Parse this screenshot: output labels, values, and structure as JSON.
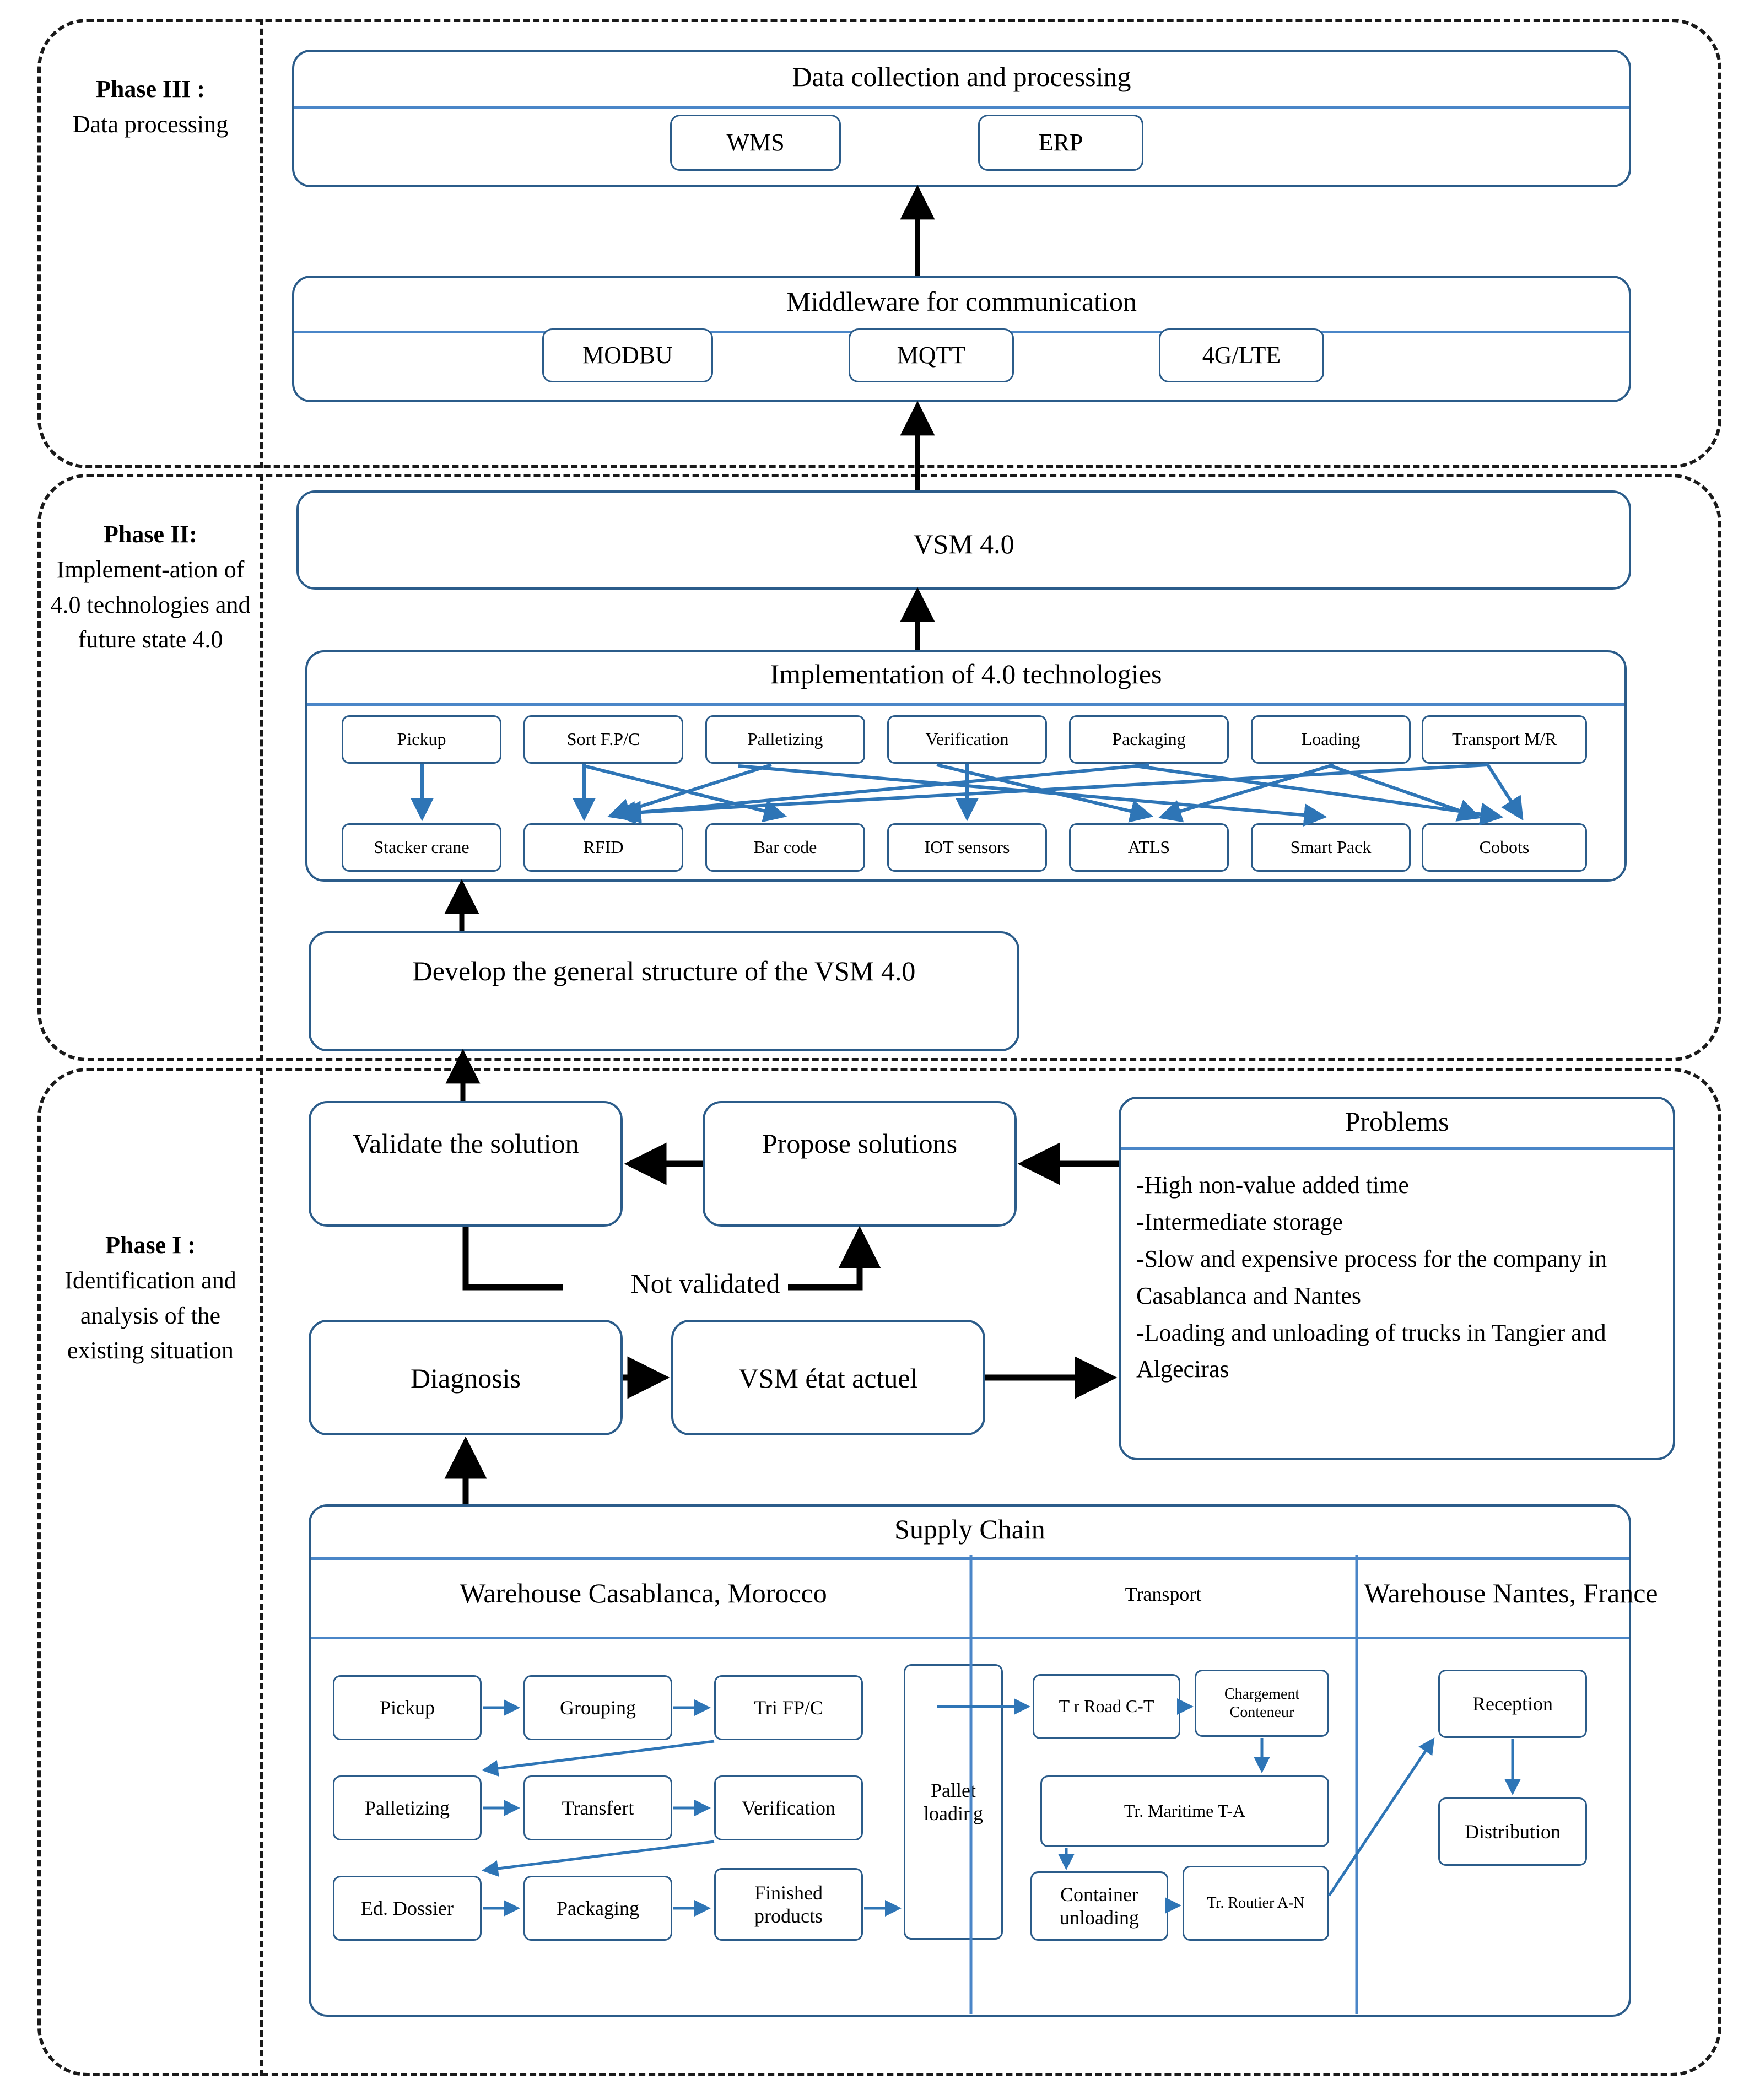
{
  "colors": {
    "box_border": "#2b5c8a",
    "divider_rule": "#4a86c8",
    "arrow_blue": "#2e75b6",
    "arrow_black": "#000000",
    "dashed_envelope": "#1a1a1a"
  },
  "phases": {
    "phase3": {
      "title": "Phase III :",
      "subtitle": "Data processing"
    },
    "phase2": {
      "title": "Phase II:",
      "subtitle": "Implement-ation of 4.0 technologies and future state 4.0"
    },
    "phase1": {
      "title": "Phase I :",
      "subtitle": "Identification and analysis of the existing situation"
    }
  },
  "phase3_content": {
    "data_collection": {
      "header": "Data collection and processing",
      "items": [
        "WMS",
        "ERP"
      ]
    },
    "middleware": {
      "header": "Middleware for communication",
      "items": [
        "MODBU",
        "MQTT",
        "4G/LTE"
      ]
    }
  },
  "phase2_content": {
    "vsm40": {
      "label": "VSM 4.0"
    },
    "implementation": {
      "header": "Implementation of 4.0 technologies",
      "processes": [
        "Pickup",
        "Sort F.P/C",
        "Palletizing",
        "Verification",
        "Packaging",
        "Loading",
        "Transport M/R"
      ],
      "technologies": [
        "Stacker crane",
        "RFID",
        "Bar code",
        "IOT sensors",
        "ATLS",
        "Smart Pack",
        "Cobots"
      ]
    },
    "develop": {
      "label": "Develop  the general structure of the VSM 4.0"
    }
  },
  "phase1_content": {
    "validate": {
      "label": "Validate the solution"
    },
    "propose": {
      "label": "Propose solutions"
    },
    "not_validated": {
      "label": "Not validated"
    },
    "diagnosis": {
      "label": "Diagnosis"
    },
    "vsm_current": {
      "label": "VSM état actuel"
    },
    "problems": {
      "header": "Problems",
      "items": [
        "-High non-value added time",
        "-Intermediate storage",
        "-Slow and expensive process for the company in Casablanca and Nantes",
        "-Loading and unloading of trucks in Tangier and Algeciras"
      ]
    },
    "supply_chain": {
      "header": "Supply Chain",
      "columns": [
        "Warehouse Casablanca, Morocco",
        "Transport",
        "Warehouse Nantes, France"
      ],
      "casablanca": {
        "row1": [
          "Pickup",
          "Grouping",
          "Tri FP/C"
        ],
        "row2": [
          "Palletizing",
          "Transfert",
          "Verification"
        ],
        "row3": [
          "Ed. Dossier",
          "Packaging",
          "Finished products"
        ],
        "pallet_loading": "Pallet loading"
      },
      "transport": {
        "tr_road": "T r Road  C-T",
        "chargement": "Chargement Conteneur",
        "maritime": "Tr. Maritime T-A",
        "container_unloading": "Container unloading",
        "routier": "Tr. Routier A-N"
      },
      "nantes": {
        "reception": "Reception",
        "distribution": "Distribution"
      }
    }
  }
}
